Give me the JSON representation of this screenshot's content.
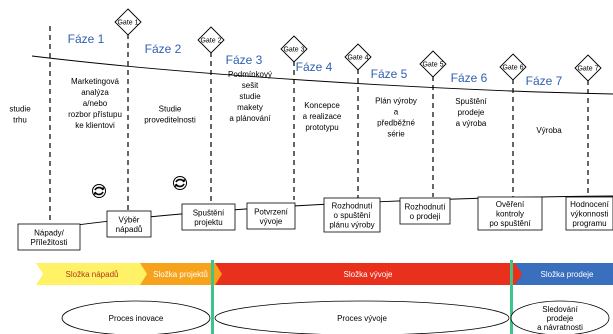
{
  "phases": [
    "Fáze 1",
    "Fáze 2",
    "Fáze 3",
    "Fáze 4",
    "Fáze 5",
    "Fáze 6",
    "Fáze 7"
  ],
  "gates": [
    "Gate 1",
    "Gate 2",
    "Gate 3",
    "Gate 4",
    "Gate 5",
    "Gate 6",
    "Gate 7"
  ],
  "descriptions": [
    [
      "studie",
      "trhu"
    ],
    [
      "Marketingová",
      "analýza",
      "a/nebo",
      "rozbor přístupu",
      "ke klientovi"
    ],
    [
      "Studie",
      "proveditelnosti"
    ],
    [
      "Podmínkový",
      "sešit",
      "studie",
      "makety",
      "a plánování"
    ],
    [
      "Koncepce",
      "a realizace",
      "prototypu"
    ],
    [
      "Plán výroby",
      "a",
      "předběžné",
      "série"
    ],
    [
      "Spuštění",
      "prodeje",
      "a výroba"
    ],
    [
      "Výroba"
    ]
  ],
  "boxes": [
    [
      "Nápady/",
      "Příležitosti"
    ],
    [
      "Výběr",
      "nápadů"
    ],
    [
      "Spuštění",
      "projektu"
    ],
    [
      "Potvrzení",
      "vývoje"
    ],
    [
      "Rozhodnutí",
      "o spuštění",
      "plánu výroby"
    ],
    [
      "Rozhodnutí",
      "o prodeji"
    ],
    [
      "Ověření",
      "kontroly",
      "po spuštění"
    ],
    [
      "Hodnocení",
      "výkonnosti",
      "programu"
    ]
  ],
  "bars": [
    {
      "label": "Složka nápadů",
      "color": "#fff266"
    },
    {
      "label": "Složka projektů",
      "color": "#f7a21b"
    },
    {
      "label": "Složka vývoje",
      "color": "#e8301c"
    },
    {
      "label": "Složka prodeje",
      "color": "#3a6fbe"
    }
  ],
  "processes": [
    [
      "Proces inovace"
    ],
    [
      "Proces vývoje"
    ],
    [
      "Sledování",
      "prodeje",
      "a návratnosti"
    ]
  ],
  "colors": {
    "phase_text": "#2f5fb0",
    "separator": "#3cc48a"
  }
}
